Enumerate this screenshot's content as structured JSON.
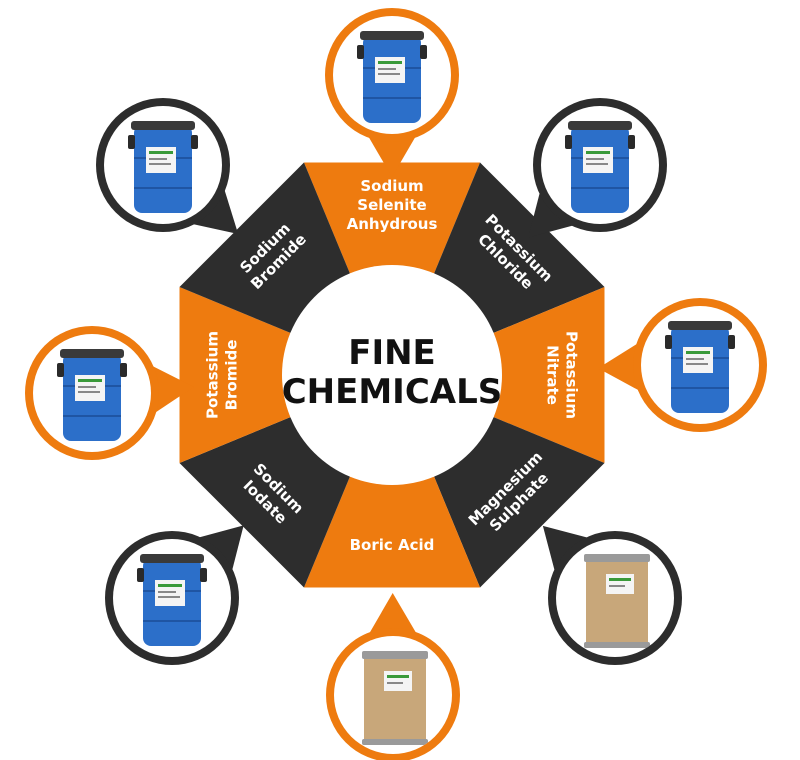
{
  "title": {
    "line1": "FINE",
    "line2": "CHEMICALS"
  },
  "colors": {
    "orange": "#EE7B0F",
    "dark": "#2D2D2D",
    "white": "#FFFFFF",
    "blue_drum": "#2C6FC9",
    "fiber_drum": "#C8A77A"
  },
  "segments": [
    {
      "lines": [
        "Sodium",
        "Selenite",
        "Anhydrous"
      ],
      "color": "orange",
      "product": "blue-drum"
    },
    {
      "lines": [
        "Potassium",
        "Chloride"
      ],
      "color": "dark",
      "product": "blue-drum"
    },
    {
      "lines": [
        "Potassium",
        "Nitrate"
      ],
      "color": "orange",
      "product": "blue-drum"
    },
    {
      "lines": [
        "Magnesium",
        "Sulphate"
      ],
      "color": "dark",
      "product": "fiber-drum"
    },
    {
      "lines": [
        "Boric Acid"
      ],
      "color": "orange",
      "product": "fiber-drum"
    },
    {
      "lines": [
        "Sodium",
        "Iodate"
      ],
      "color": "dark",
      "product": "blue-drum"
    },
    {
      "lines": [
        "Potassium",
        "Bromide"
      ],
      "color": "orange",
      "product": "blue-drum"
    },
    {
      "lines": [
        "Sodium",
        "Bromide"
      ],
      "color": "dark",
      "product": "blue-drum"
    }
  ]
}
